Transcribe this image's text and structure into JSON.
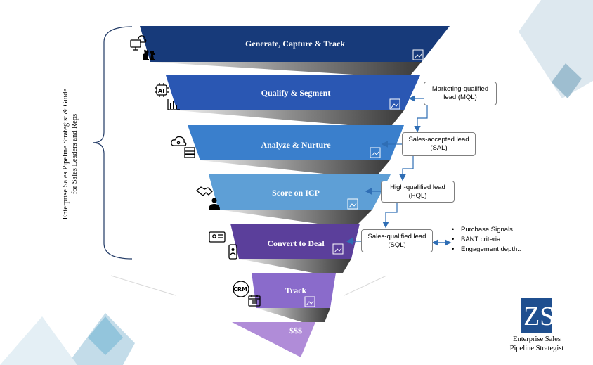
{
  "stages": [
    "Generate, Capture & Track",
    "Qualify & Segment",
    "Analyze & Nurture",
    "Score on ICP",
    "Convert to Deal",
    "Track",
    "$$$"
  ],
  "side_title": [
    "Enterprise Sales Pipeline Strategist & Guide",
    "for Sales Leaders and Reps"
  ],
  "lead_boxes": [
    [
      "Marketing-qualified",
      "lead (MQL)"
    ],
    [
      "Sales-accepted lead",
      "(SAL)"
    ],
    [
      "High-qualified lead",
      "(HQL)"
    ],
    [
      "Sales-qualified lead",
      "(SQL)"
    ]
  ],
  "sql_bullets": [
    "Purchase Signals",
    "BANT criteria.",
    "Engagement depth.."
  ],
  "icons": {
    "stage1": [
      "monitor-cloud-icon",
      "chess-pieces-icon"
    ],
    "stage2": [
      "ai-chip-icon",
      "bar-chart-icon"
    ],
    "stage3": [
      "cloud-server-icon"
    ],
    "stage4": [
      "handshake-icon",
      "businessman-icon"
    ],
    "stage5": [
      "id-card-icon",
      "mobile-profile-icon"
    ],
    "stage6": [
      "crm-icon",
      "calendar-icon"
    ]
  },
  "crm_icon_text": "CRM",
  "ai_icon_text": "AI",
  "logo": {
    "letters": "ZS",
    "text": [
      "Enterprise Sales",
      "Pipeline Strategist"
    ]
  },
  "colors": {
    "stage1": "#173a7a",
    "stage2": "#2a57b3",
    "stage3": "#3a7fcc",
    "stage4": "#5e9fd6",
    "stage5": "#5b3f9b",
    "stage6": "#8a6bcb",
    "stage7": "#b08cd8",
    "accent_arrow": "#2f6eb5",
    "decor": "#b7d0df"
  }
}
